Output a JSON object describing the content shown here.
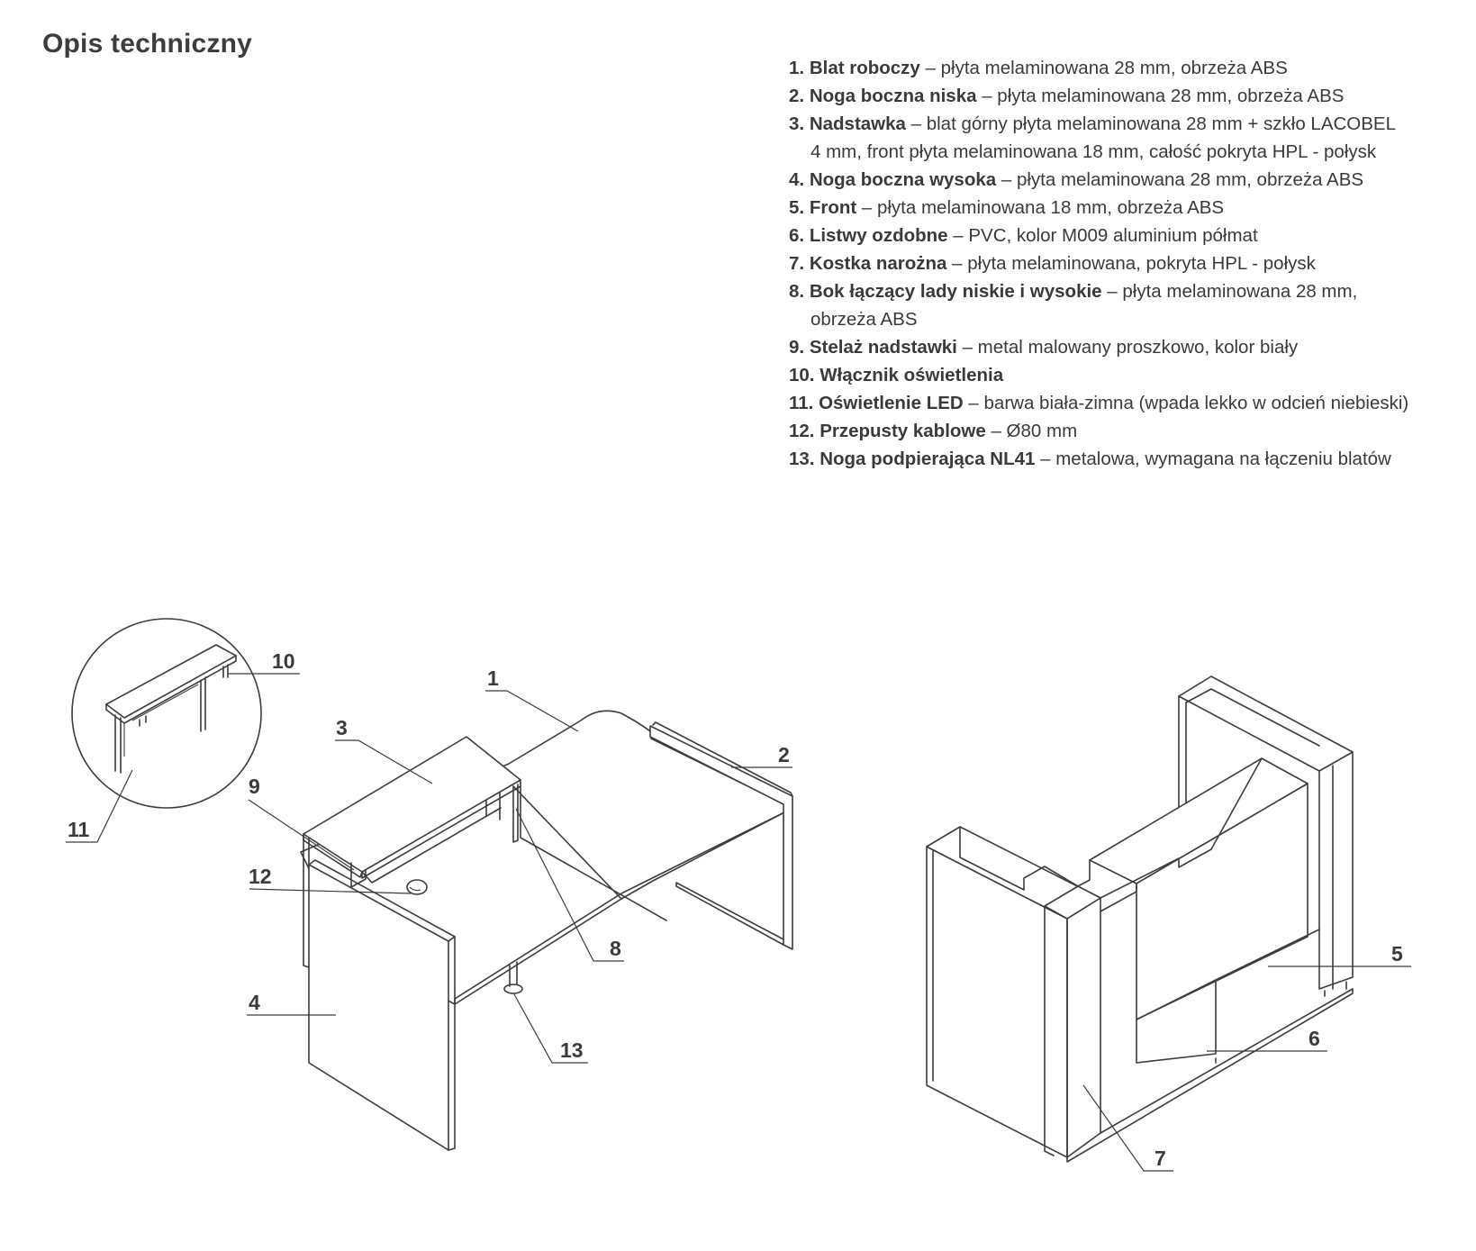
{
  "title": "Opis techniczny",
  "spec_items": [
    {
      "num": "1.",
      "name": "Blat roboczy",
      "desc": " – płyta melaminowana 28 mm, obrzeża ABS",
      "cont": ""
    },
    {
      "num": "2.",
      "name": "Noga boczna niska",
      "desc": " – płyta melaminowana 28 mm, obrzeża ABS",
      "cont": ""
    },
    {
      "num": "3.",
      "name": "Nadstawka",
      "desc": " – blat górny płyta melaminowana 28 mm + szkło LACOBEL",
      "cont": "4 mm, front płyta melaminowana 18 mm, całość pokryta HPL - połysk"
    },
    {
      "num": "4.",
      "name": "Noga boczna wysoka",
      "desc": " – płyta melaminowana 28 mm, obrzeża ABS",
      "cont": ""
    },
    {
      "num": "5.",
      "name": "Front",
      "desc": " – płyta melaminowana 18 mm, obrzeża ABS",
      "cont": ""
    },
    {
      "num": "6.",
      "name": "Listwy ozdobne",
      "desc": " – PVC, kolor M009 aluminium półmat",
      "cont": ""
    },
    {
      "num": "7.",
      "name": "Kostka narożna",
      "desc": " – płyta melaminowana, pokryta HPL - połysk",
      "cont": ""
    },
    {
      "num": "8.",
      "name": "Bok łączący lady niskie i wysokie",
      "desc": " – płyta melaminowana 28 mm,",
      "cont": "obrzeża ABS"
    },
    {
      "num": "9.",
      "name": "Stelaż nadstawki",
      "desc": " – metal malowany proszkowo, kolor biały",
      "cont": ""
    },
    {
      "num": "10.",
      "name": "Włącznik oświetlenia",
      "desc": "",
      "cont": ""
    },
    {
      "num": "11.",
      "name": " Oświetlenie LED",
      "desc": " – barwa biała-zimna (wpada lekko w odcień niebieski)",
      "cont": ""
    },
    {
      "num": "12.",
      "name": "Przepusty kablowe",
      "desc": " – Ø80 mm",
      "cont": ""
    },
    {
      "num": "13.",
      "name": "Noga podpierająca NL41",
      "desc": " – metalowa, wymagana na łączeniu blatów",
      "cont": ""
    }
  ],
  "callouts": {
    "c1": "1",
    "c2": "2",
    "c3": "3",
    "c4": "4",
    "c5": "5",
    "c6": "6",
    "c7": "7",
    "c8": "8",
    "c9": "9",
    "c10": "10",
    "c11": "11",
    "c12": "12",
    "c13": "13"
  },
  "colors": {
    "line": "#3c3c3c",
    "text": "#3a3a3a",
    "background": "#ffffff"
  }
}
